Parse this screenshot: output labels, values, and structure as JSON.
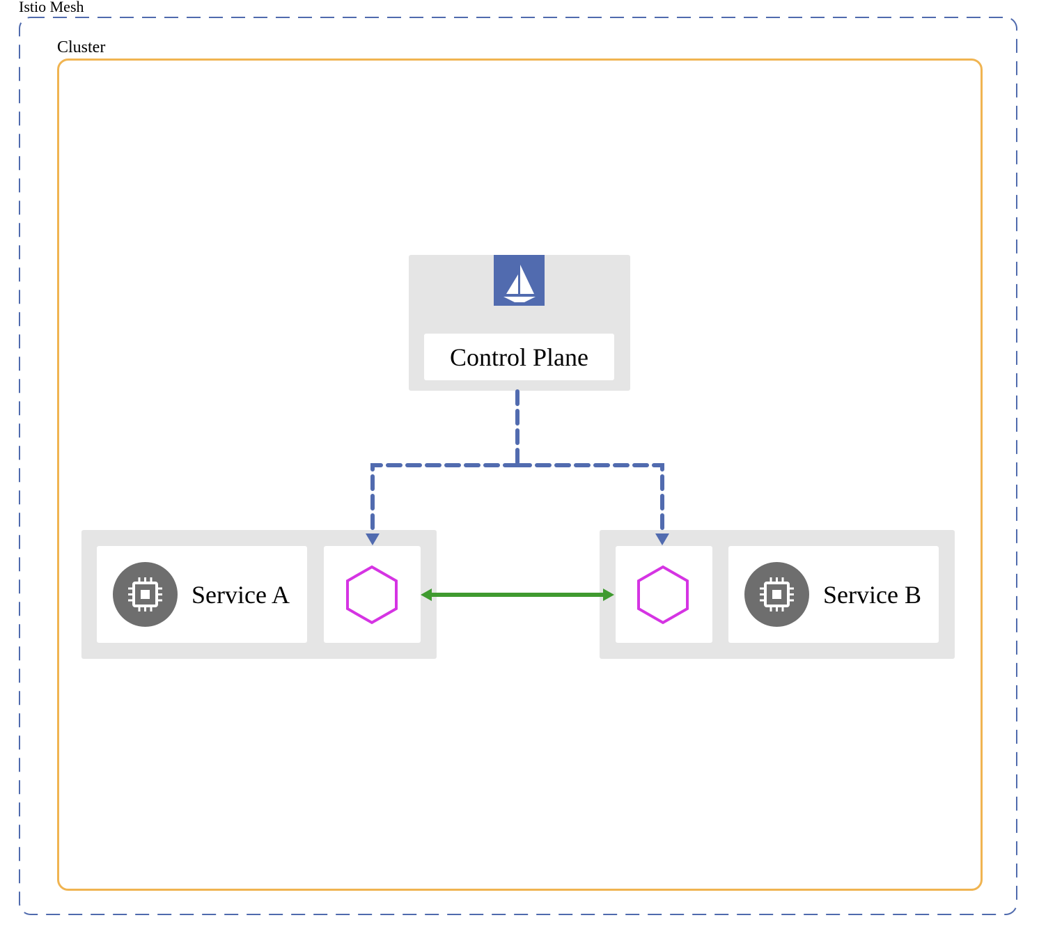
{
  "mesh": {
    "label": "Istio Mesh",
    "border_color": "#4f6aad"
  },
  "cluster": {
    "label": "Cluster",
    "border_color": "#f0b451"
  },
  "control_plane": {
    "label": "Control Plane",
    "icon": "istio-sail-icon",
    "icon_color": "#516baf"
  },
  "services": [
    {
      "label": "Service A",
      "icon": "cpu-chip-icon"
    },
    {
      "label": "Service B",
      "icon": "cpu-chip-icon"
    }
  ],
  "proxies": [
    {
      "icon": "envoy-hexagon-icon",
      "color": "#d534e3"
    },
    {
      "icon": "envoy-hexagon-icon",
      "color": "#d534e3"
    }
  ],
  "connections": {
    "config_color": "#516baf",
    "traffic_color": "#3f9a2f"
  }
}
